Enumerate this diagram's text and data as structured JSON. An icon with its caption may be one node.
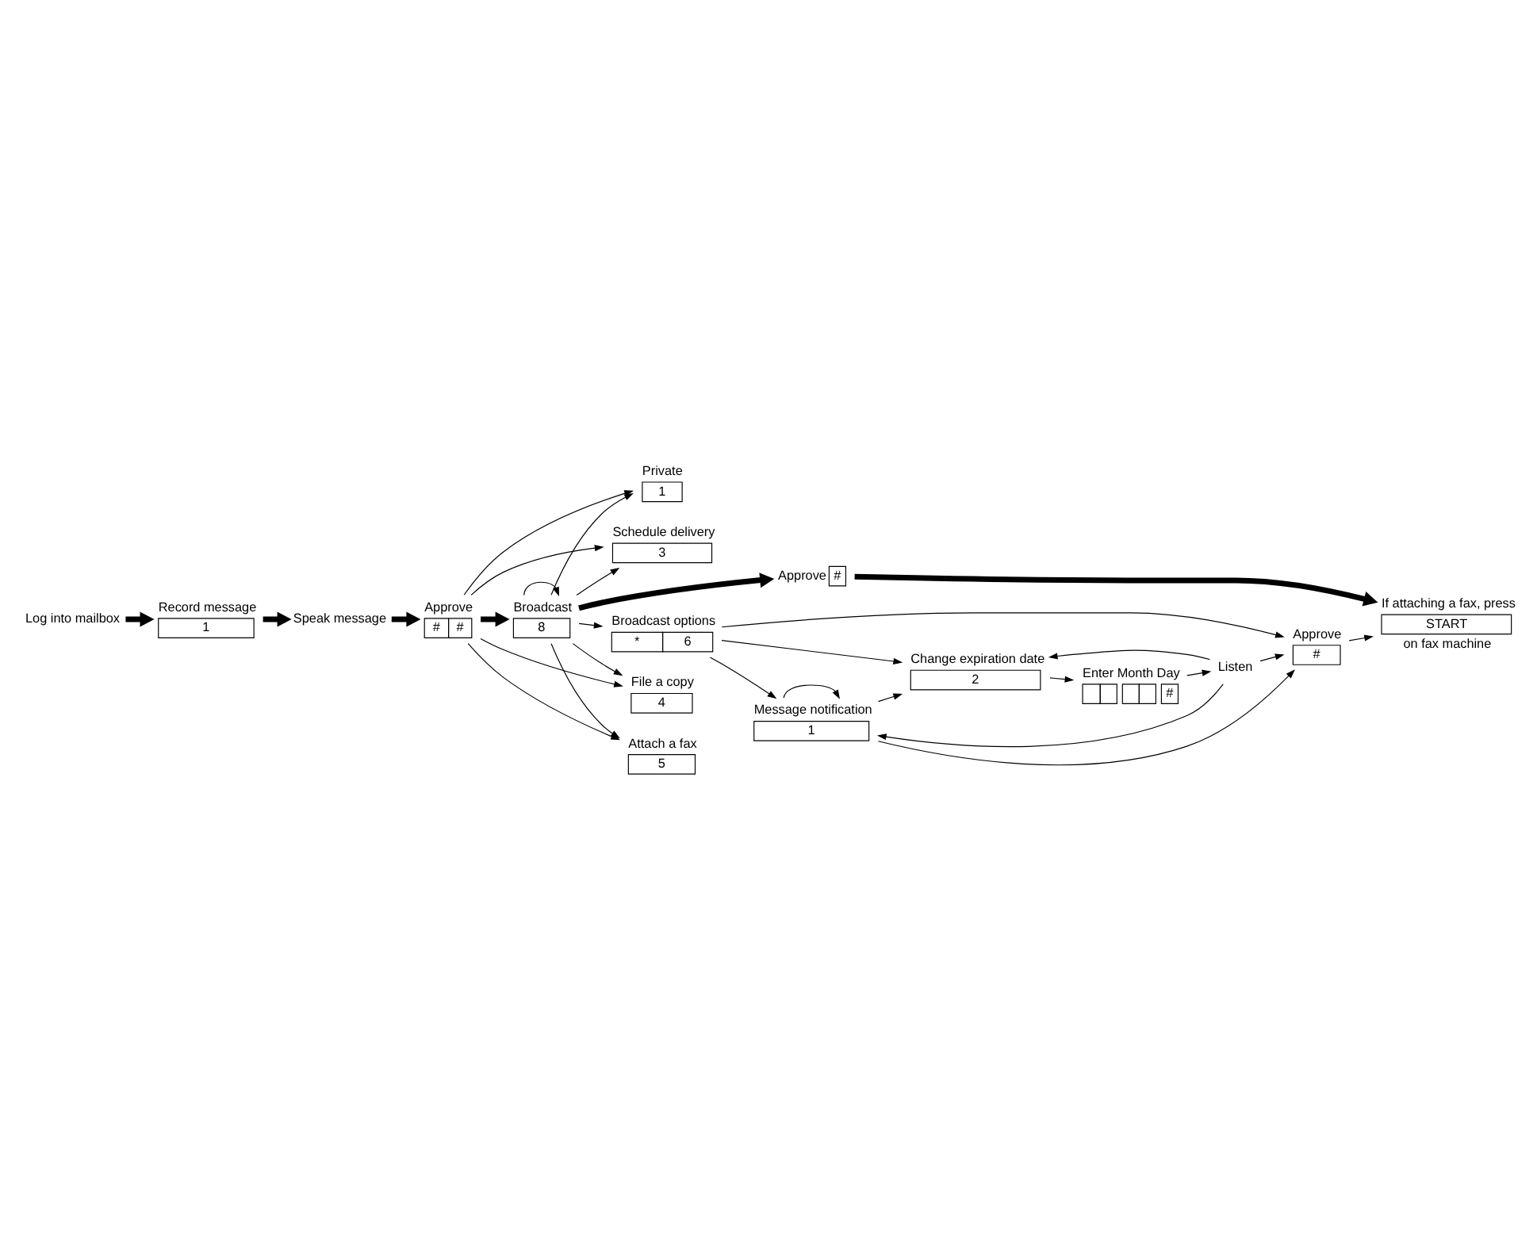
{
  "diagram": {
    "nodes": [
      {
        "text": [
          "Log into mailbox"
        ]
      },
      {
        "text": [
          "1"
        ],
        "beside": [
          "Record message"
        ]
      },
      {
        "text": [
          "Speak message"
        ]
      },
      {
        "text": [
          "#",
          "#"
        ],
        "beside": [
          "Approve"
        ]
      },
      {
        "text": [
          "1"
        ],
        "beside": [
          "Private"
        ]
      },
      {
        "text": [
          "3"
        ],
        "beside": [
          "Schedule delivery"
        ]
      },
      {
        "text": [
          "4"
        ],
        "beside": [
          "File a copy"
        ]
      },
      {
        "text": [
          "8"
        ],
        "beside": [
          "Broadcast"
        ]
      },
      {
        "text": [
          "5"
        ],
        "beside": [
          "Attach a fax"
        ]
      },
      {
        "text": [
          "#"
        ],
        "beside": [
          "Approve"
        ]
      },
      {
        "text": [
          "*",
          "6"
        ],
        "beside": [
          "Broadcast options"
        ]
      },
      {
        "text": [
          "1"
        ],
        "beside": [
          "Message notification"
        ]
      },
      {
        "text": [
          "2"
        ],
        "beside": [
          "Change expiration date"
        ]
      },
      {
        "text": [
          "#"
        ],
        "beside": [
          "Approve"
        ]
      },
      {
        "text": [
          "START"
        ],
        "beside": [
          "If attaching a fax, press",
          "on fax machine"
        ]
      },
      {
        "text": [
          "#"
        ],
        "beside": [
          "Enter Month Day"
        ]
      },
      {
        "text": [
          "Listen"
        ]
      }
    ],
    "edges": [
      {
        "from": 0,
        "to": 1,
        "arrow": "to",
        "style": "thick"
      },
      {
        "from": 1,
        "to": 2,
        "arrow": "to",
        "style": "thick"
      },
      {
        "from": 2,
        "to": 3,
        "arrow": "to",
        "style": "thick"
      },
      {
        "from": 3,
        "to": 4,
        "arrow": "to"
      },
      {
        "from": 3,
        "to": 5,
        "arrow": "to"
      },
      {
        "from": 3,
        "to": 6,
        "arrow": "to"
      },
      {
        "from": 3,
        "to": 7,
        "arrow": "to",
        "style": "thick"
      },
      {
        "from": 3,
        "to": 8,
        "arrow": "to"
      },
      {
        "from": 7,
        "to": 4,
        "arrow": "to"
      },
      {
        "from": 7,
        "to": 5,
        "arrow": "to"
      },
      {
        "from": 7,
        "to": 6,
        "arrow": "to"
      },
      {
        "from": 7,
        "to": 7,
        "arrow": "to"
      },
      {
        "from": 7,
        "to": 8,
        "arrow": "to"
      },
      {
        "from": 7,
        "to": 9,
        "arrow": "to",
        "style": "thick"
      },
      {
        "from": 7,
        "to": 10,
        "arrow": "to"
      },
      {
        "from": 10,
        "to": 11,
        "arrow": "to"
      },
      {
        "from": 10,
        "to": 12,
        "arrow": "to"
      },
      {
        "from": 10,
        "to": 13,
        "arrow": "to"
      },
      {
        "from": 11,
        "to": 11,
        "arrow": "to"
      },
      {
        "from": 11,
        "to": 12,
        "arrow": "to"
      },
      {
        "from": 11,
        "to": 13,
        "arrow": "to"
      },
      {
        "from": 12,
        "to": 15,
        "arrow": "to"
      },
      {
        "from": 15,
        "to": 16,
        "arrow": "to"
      },
      {
        "from": 16,
        "to": 11,
        "arrow": "to"
      },
      {
        "from": 16,
        "to": 12,
        "arrow": "to"
      },
      {
        "from": 16,
        "to": 13,
        "arrow": "to"
      },
      {
        "from": 13,
        "to": 14,
        "arrow": "to"
      },
      {
        "from": 9,
        "to": 14,
        "arrow": "to",
        "style": "thick"
      }
    ]
  }
}
